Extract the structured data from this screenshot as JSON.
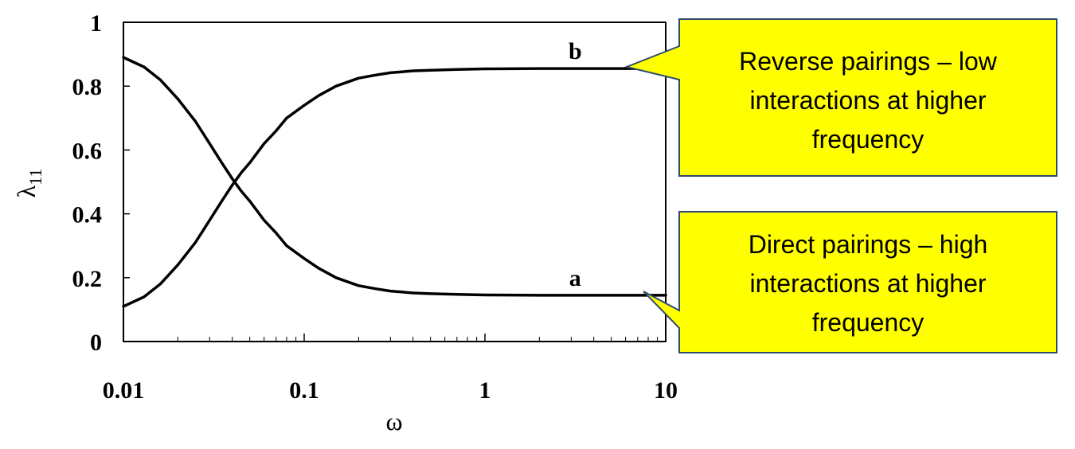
{
  "chart_data": {
    "type": "line",
    "xlabel": "ω",
    "ylabel_main": "λ",
    "ylabel_sub": "11",
    "xscale": "log",
    "xlim": [
      0.01,
      10
    ],
    "ylim": [
      0,
      1
    ],
    "grid": false,
    "legend": "none",
    "xticks": [
      {
        "value": 0.01,
        "label": "0.01"
      },
      {
        "value": 0.1,
        "label": "0.1"
      },
      {
        "value": 1,
        "label": "1"
      },
      {
        "value": 10,
        "label": "10"
      }
    ],
    "yticks": [
      {
        "value": 0,
        "label": "0"
      },
      {
        "value": 0.2,
        "label": "0.2"
      },
      {
        "value": 0.4,
        "label": "0.4"
      },
      {
        "value": 0.6,
        "label": "0.6"
      },
      {
        "value": 0.8,
        "label": "0.8"
      },
      {
        "value": 1,
        "label": "1"
      }
    ],
    "series": [
      {
        "name": "a",
        "color": "#000000",
        "x": [
          0.01,
          0.013,
          0.016,
          0.02,
          0.025,
          0.03,
          0.035,
          0.04,
          0.045,
          0.05,
          0.06,
          0.07,
          0.08,
          0.1,
          0.12,
          0.15,
          0.2,
          0.25,
          0.3,
          0.4,
          0.5,
          0.7,
          1,
          2,
          5,
          10
        ],
        "y": [
          0.89,
          0.86,
          0.82,
          0.76,
          0.69,
          0.62,
          0.56,
          0.51,
          0.47,
          0.44,
          0.38,
          0.34,
          0.3,
          0.26,
          0.23,
          0.2,
          0.175,
          0.165,
          0.158,
          0.152,
          0.15,
          0.148,
          0.146,
          0.145,
          0.145,
          0.145
        ]
      },
      {
        "name": "b",
        "color": "#000000",
        "x": [
          0.01,
          0.013,
          0.016,
          0.02,
          0.025,
          0.03,
          0.035,
          0.04,
          0.045,
          0.05,
          0.06,
          0.07,
          0.08,
          0.1,
          0.12,
          0.15,
          0.2,
          0.25,
          0.3,
          0.4,
          0.5,
          0.7,
          1,
          2,
          5,
          10
        ],
        "y": [
          0.11,
          0.14,
          0.18,
          0.24,
          0.31,
          0.38,
          0.44,
          0.49,
          0.53,
          0.56,
          0.62,
          0.66,
          0.7,
          0.74,
          0.77,
          0.8,
          0.825,
          0.835,
          0.842,
          0.848,
          0.85,
          0.852,
          0.854,
          0.855,
          0.855,
          0.855
        ]
      }
    ],
    "series_labels": [
      {
        "text": "a",
        "x": 3,
        "y": 0.175
      },
      {
        "text": "b",
        "x": 3,
        "y": 0.885
      }
    ],
    "annotations": [
      {
        "lines": [
          "Reverse pairings – low",
          "interactions at higher",
          "frequency"
        ],
        "points_to": {
          "x": 5.5,
          "y": 0.855
        },
        "fill": "#ffff00",
        "border": "#2f4b6e"
      },
      {
        "lines": [
          "Direct pairings – high",
          "interactions at higher",
          "frequency"
        ],
        "points_to": {
          "x": 7.5,
          "y": 0.145
        },
        "fill": "#ffff00",
        "border": "#2f4b6e"
      }
    ]
  }
}
